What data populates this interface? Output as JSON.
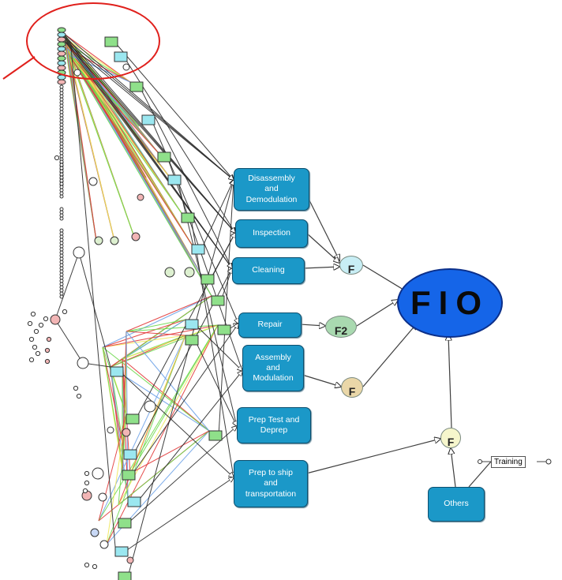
{
  "diagram": {
    "central_node": "FIO",
    "processes": [
      {
        "id": "disassembly",
        "label": "Disassembly\nand\nDemodulation"
      },
      {
        "id": "inspection",
        "label": "Inspection"
      },
      {
        "id": "cleaning",
        "label": "Cleaning"
      },
      {
        "id": "repair",
        "label": "Repair"
      },
      {
        "id": "assembly",
        "label": "Assembly\nand\nModulation"
      },
      {
        "id": "preptest",
        "label": "Prep Test and\nDeprep"
      },
      {
        "id": "prepship",
        "label": "Prep to ship\nand\ntransportation"
      },
      {
        "id": "others",
        "label": "Others"
      }
    ],
    "factor_nodes": [
      {
        "id": "f1",
        "label": "F"
      },
      {
        "id": "f2",
        "label": "F2"
      },
      {
        "id": "f3",
        "label": "F"
      },
      {
        "id": "f4",
        "label": "F"
      }
    ],
    "side_label": "Training",
    "colors": {
      "process_fill": "#1b98c8",
      "fio_fill": "#1565e8",
      "line_red": "#e23a3a",
      "line_green": "#6fd84f",
      "line_blue": "#6fa3e8",
      "line_yellow": "#f1e85a",
      "highlight_circle": "#e0201c"
    }
  }
}
